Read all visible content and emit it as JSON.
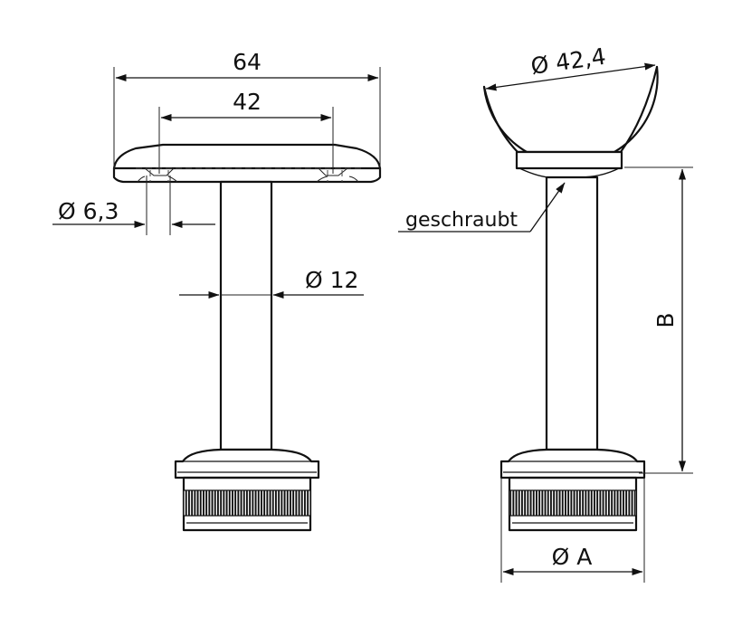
{
  "dimensions": {
    "width_64": "64",
    "width_42": "42",
    "hole_diameter": "Ø 6,3",
    "rod_diameter": "Ø 12",
    "saddle_diameter": "Ø 42,4",
    "height_b": "B",
    "base_diameter": "Ø A"
  },
  "annotations": {
    "screwed": "geschraubt"
  }
}
